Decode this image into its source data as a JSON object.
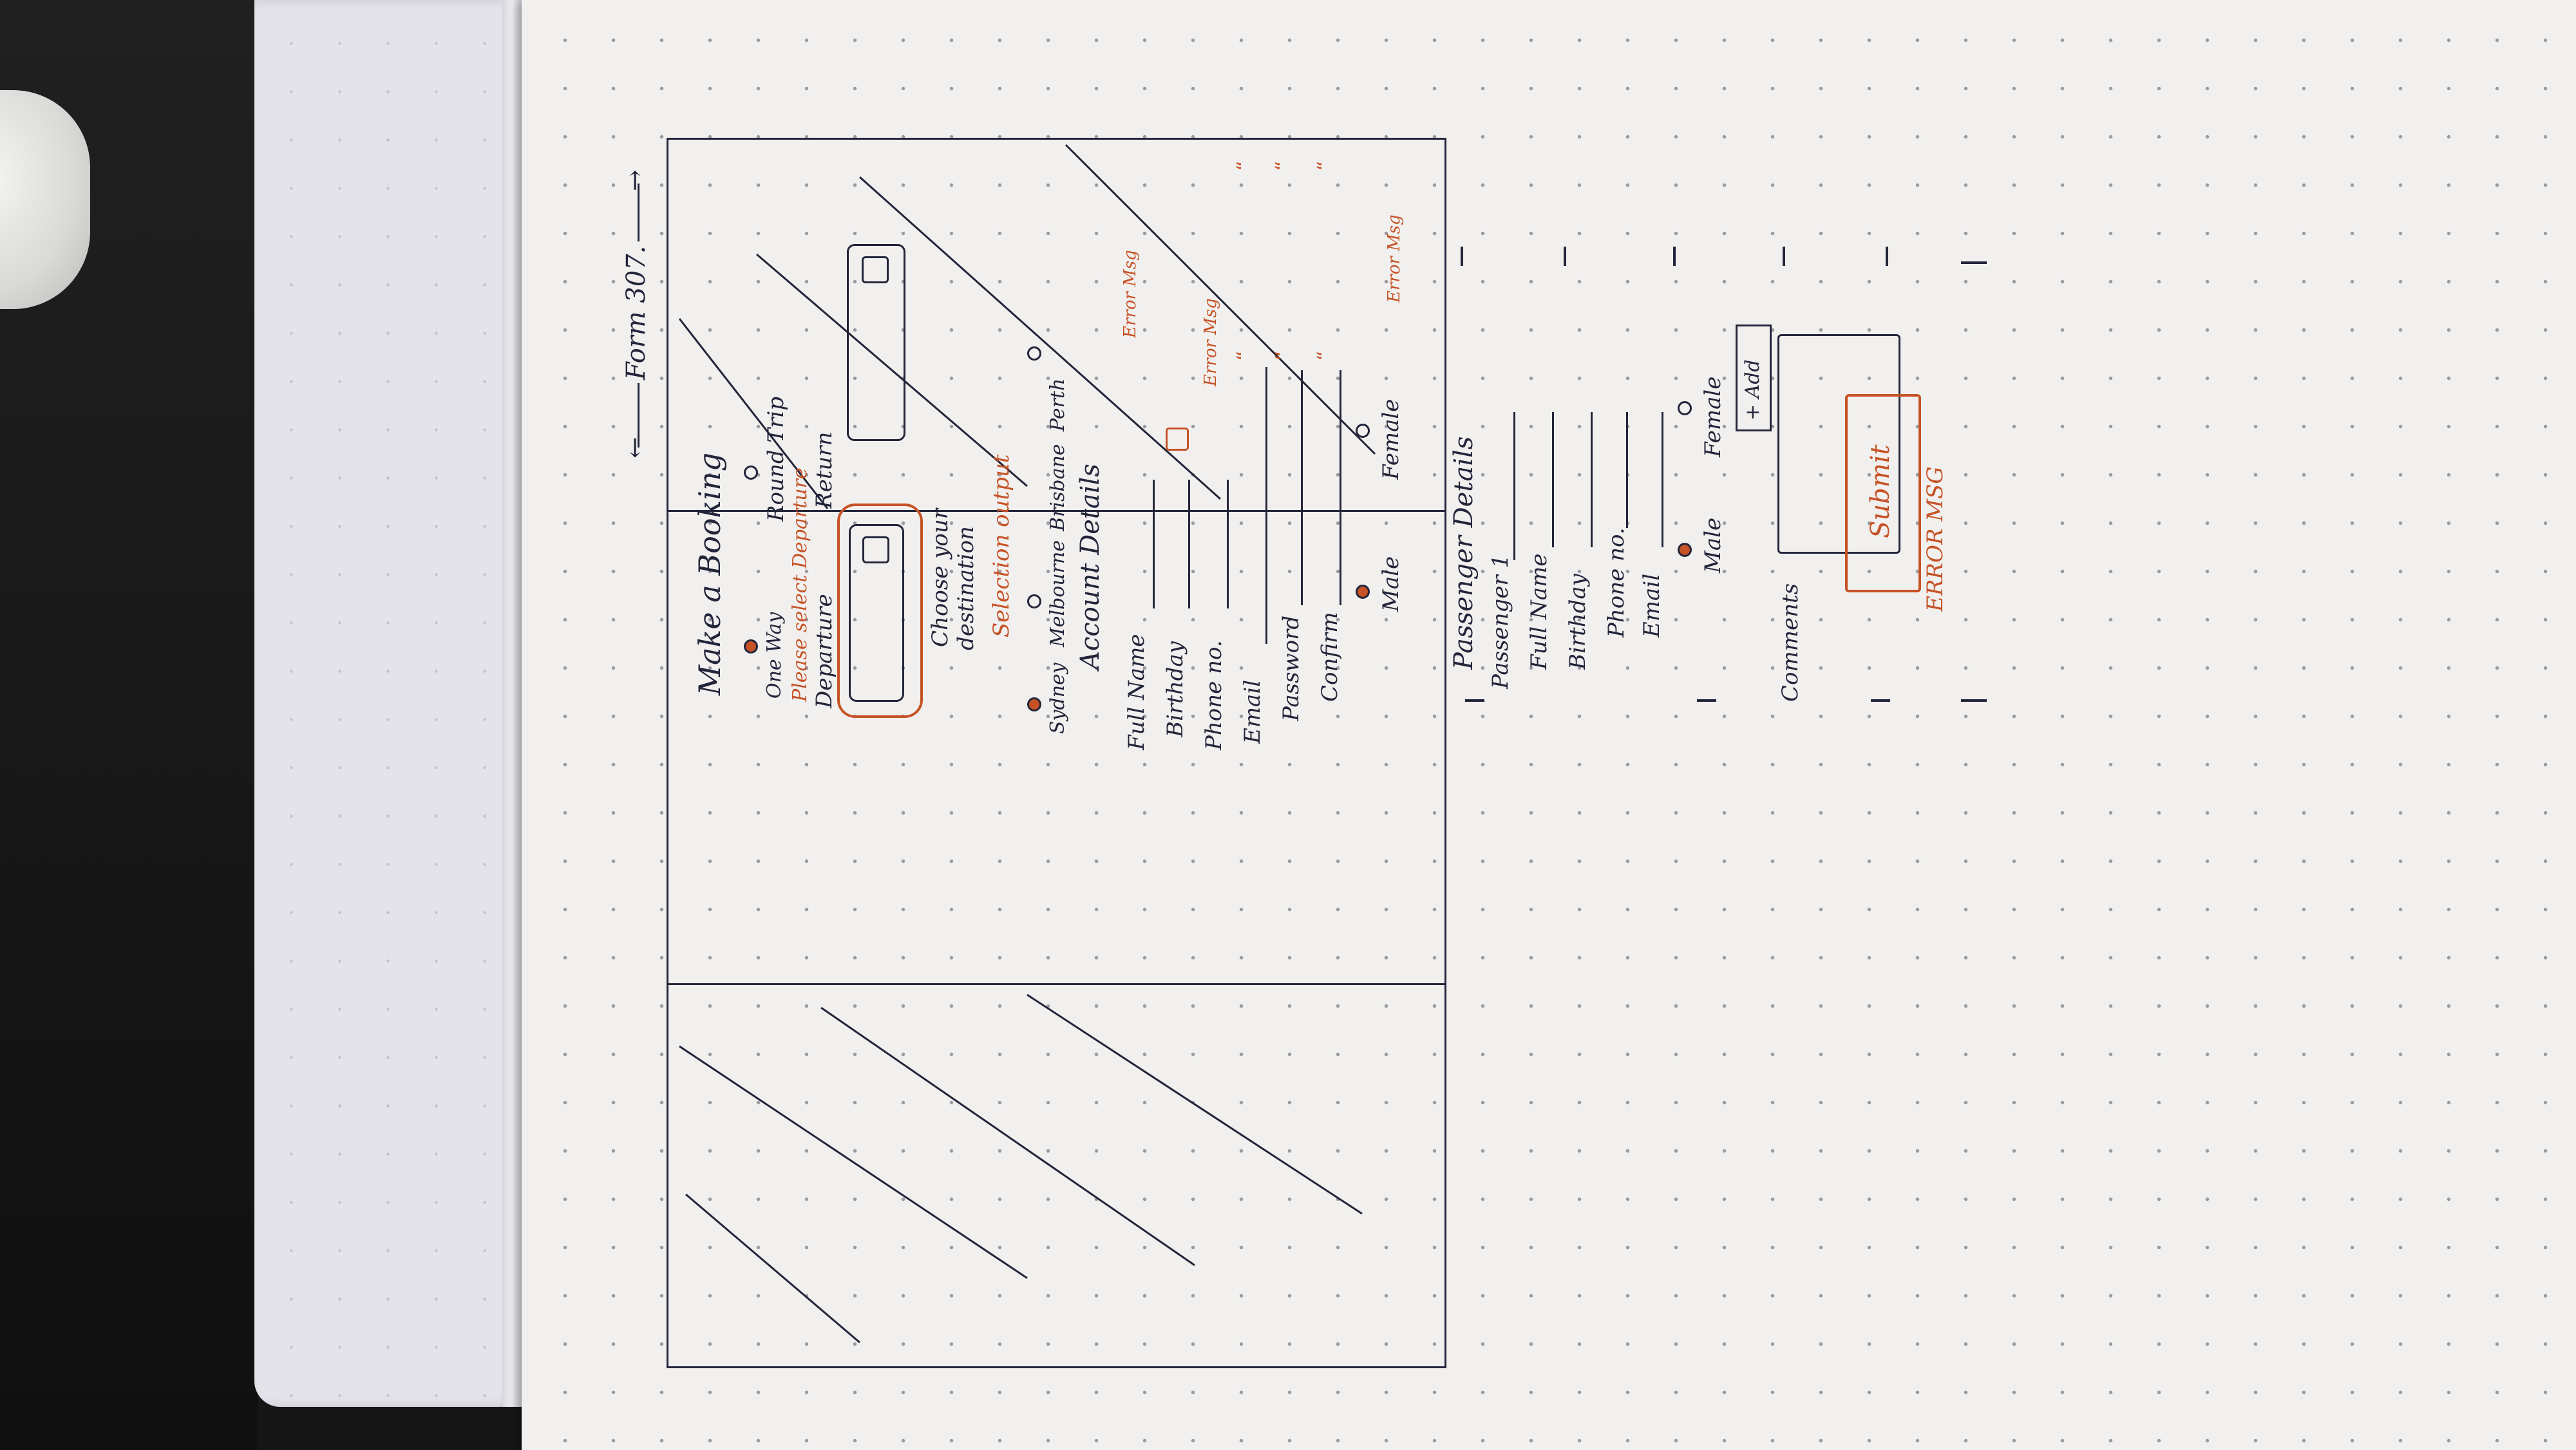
{
  "form": {
    "title": "Form 307.",
    "heading": "Make a Booking",
    "trip_type": {
      "one_way": "One Way",
      "round_trip": "Round Trip",
      "selected": "One Way"
    },
    "departure": {
      "error": "Please select Departure",
      "label": "Departure"
    },
    "return": {
      "label": "Return"
    },
    "destination": {
      "prompt_line1": "Choose your",
      "prompt_line2": "destination",
      "output": "Selection output",
      "options": [
        "Sydney",
        "Melbourne",
        "Brisbane",
        "Perth"
      ],
      "selected": "Sydney"
    },
    "account": {
      "heading": "Account Details",
      "fields": [
        "Full Name",
        "Birthday",
        "Phone no.",
        "Email",
        "Password",
        "Confirm"
      ],
      "error_full_name": "Error Msg",
      "error_birthday": "Error Msg",
      "quote_marks": "“",
      "gender": {
        "male": "Male",
        "female": "Female",
        "error": "Error Msg",
        "selected": "Male"
      }
    },
    "passenger": {
      "heading": "Passenger Details",
      "label": "Passenger 1",
      "fields": [
        "Full Name",
        "Birthday",
        "Phone no.",
        "Email"
      ],
      "gender": {
        "male": "Male",
        "female": "Female"
      },
      "add_label": "+ Add"
    },
    "comments": {
      "label": "Comments"
    },
    "submit": {
      "label": "Submit",
      "error": "ERROR MSG"
    },
    "ink_colors": {
      "pen": "#22253a",
      "red": "#c65226"
    }
  }
}
